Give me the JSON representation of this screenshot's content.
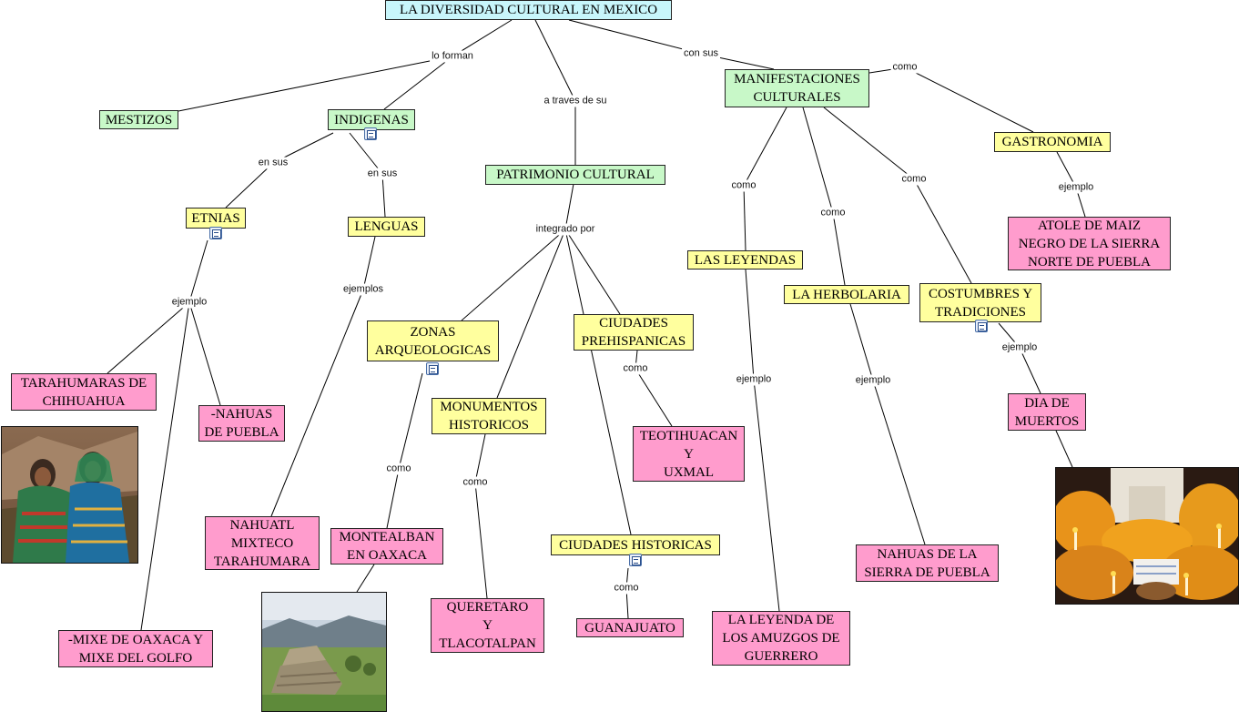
{
  "title": "LA DIVERSIDAD CULTURAL EN MEXICO",
  "concepts": {
    "mestizos": "MESTIZOS",
    "indigenas": "INDIGENAS",
    "etnias": "ETNIAS",
    "lenguas": "LENGUAS",
    "patrimonio": "PATRIMONIO CULTURAL",
    "manifestaciones": "MANIFESTACIONES\nCULTURALES",
    "gastronomia": "GASTRONOMIA",
    "atole": "ATOLE DE MAIZ\nNEGRO DE LA SIERRA\nNORTE DE PUEBLA",
    "tarahumaras": "TARAHUMARAS DE\nCHIHUAHUA",
    "nahuas_puebla": "-NAHUAS\nDE PUEBLA",
    "mixe": "-MIXE DE OAXACA Y\nMIXE DEL GOLFO",
    "nahuatl": "NAHUATL\nMIXTECO\nTARAHUMARA",
    "zonas": "ZONAS\nARQUEOLOGICAS",
    "monumentos": "MONUMENTOS\nHISTORICOS",
    "ciudades_prehisp": "CIUDADES\nPREHISPANICAS",
    "ciudades_hist": "CIUDADES HISTORICAS",
    "montealban": "MONTEALBAN\nEN OAXACA",
    "queretaro": "QUERETARO\nY\nTLACOTALPAN",
    "guanajuato": "GUANAJUATO",
    "teotihuacan": "TEOTIHUACAN\nY\nUXMAL",
    "leyendas": "LAS LEYENDAS",
    "leyenda_amuzgos": "LA LEYENDA DE\nLOS AMUZGOS DE\nGUERRERO",
    "herbolaria": "LA HERBOLARIA",
    "nahuas_sierra": "NAHUAS DE LA\nSIERRA DE PUEBLA",
    "costumbres": "COSTUMBRES Y\nTRADICIONES",
    "dia_muertos": "DIA DE\nMUERTOS"
  },
  "link_labels": {
    "lo_forman": "lo forman",
    "a_traves": "a traves de su",
    "con_sus": "con sus",
    "como_gastro": "como",
    "en_sus_1": "en sus",
    "en_sus_2": "en sus",
    "integrado": "integrado por",
    "ejemplo_etnias": "ejemplo",
    "ejemplos_lenguas": "ejemplos",
    "como_leyendas": "como",
    "como_herbolaria": "como",
    "como_costumbres": "como",
    "ejemplo_gastro": "ejemplo",
    "como_zonas": "como",
    "como_monumentos": "como",
    "como_prehisp": "como",
    "como_hist": "como",
    "ejemplo_leyendas": "ejemplo",
    "ejemplo_herbolaria": "ejemplo",
    "ejemplo_costumbres": "ejemplo"
  },
  "colors": {
    "root": "#c8f6fb",
    "green": "#c8f8c8",
    "yellow": "#ffff9e",
    "pink": "#ff9ccd",
    "line": "#000000"
  },
  "icons": [
    "document-icon"
  ],
  "images": [
    "tarahumara-women-photo",
    "monte-alban-photo",
    "dia-de-muertos-altar-photo"
  ]
}
